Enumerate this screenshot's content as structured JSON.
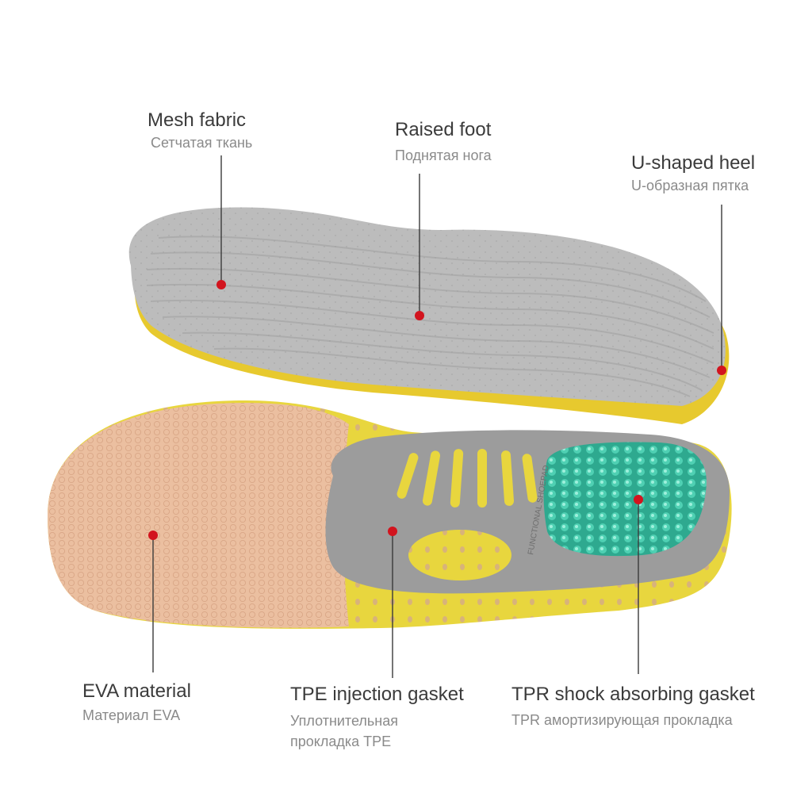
{
  "labels": {
    "mesh_fabric": {
      "en": "Mesh fabric",
      "ru": "Сетчатая ткань"
    },
    "raised_foot": {
      "en": "Raised foot",
      "ru": "Поднятая нога"
    },
    "u_shaped_heel": {
      "en": "U-shaped heel",
      "ru": "U-образная пятка"
    },
    "eva_material": {
      "en": "EVA material",
      "ru": "Материал EVA"
    },
    "tpe_gasket": {
      "en": "TPE injection gasket",
      "ru_line1": "Уплотнительная",
      "ru_line2": "прокладка TPE"
    },
    "tpr_gasket": {
      "en": "TPR shock absorbing gasket",
      "ru": "TPR амортизирующая прокладка"
    }
  },
  "embossed_text": "FUNCTIONAL SHOEPAD",
  "colors": {
    "mesh_gray": "#bdbdbd",
    "eva_peach": "#ebbfa0",
    "frame_gray": "#9a9a9a",
    "yellow": "#e9d23a",
    "gel_green": "#2fb39a",
    "marker_red": "#d2141e",
    "leader_line": "#3a3a3a"
  }
}
